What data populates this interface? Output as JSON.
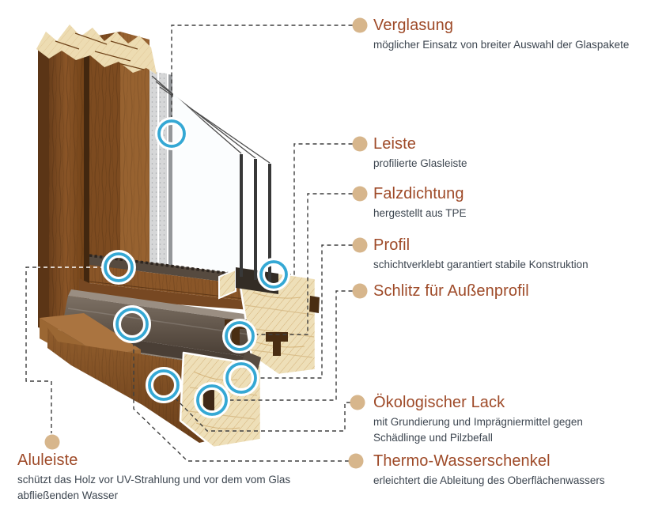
{
  "page": {
    "background": "#ffffff"
  },
  "colors": {
    "heading": "#9e4a28",
    "subtext": "#3d4650",
    "dot": "#d7b68c",
    "ring": "#35a8d4",
    "connector": "#3f3f3f"
  },
  "callouts": {
    "verglasung": {
      "title": "Verglasung",
      "subtitle": "möglicher Einsatz von breiter Auswahl der Glaspakete"
    },
    "leiste": {
      "title": "Leiste",
      "subtitle": "profilierte Glasleiste"
    },
    "falzdichtung": {
      "title": "Falzdichtung",
      "subtitle": "hergestellt aus TPE"
    },
    "profil": {
      "title": "Profil",
      "subtitle": "schichtverklebt garantiert stabile Konstruktion"
    },
    "schlitz_fuer_aussenprofil": {
      "title": "Schlitz für Außenprofil",
      "subtitle": ""
    },
    "oekologischer_lack": {
      "title": "Ökologischer Lack",
      "subtitle": "mit Grundierung und Imprägniermittel gegen Schädlinge und Pilzbefall"
    },
    "thermo_wasserschenkel": {
      "title": "Thermo-Wasserschenkel",
      "subtitle": "erleichtert die Ableitung des Oberflächenwassers"
    },
    "aluleiste": {
      "title": "Aluleiste",
      "subtitle": "schützt das Holz vor UV-Strahlung und vor dem vom Glas abfließenden Wasser"
    }
  }
}
